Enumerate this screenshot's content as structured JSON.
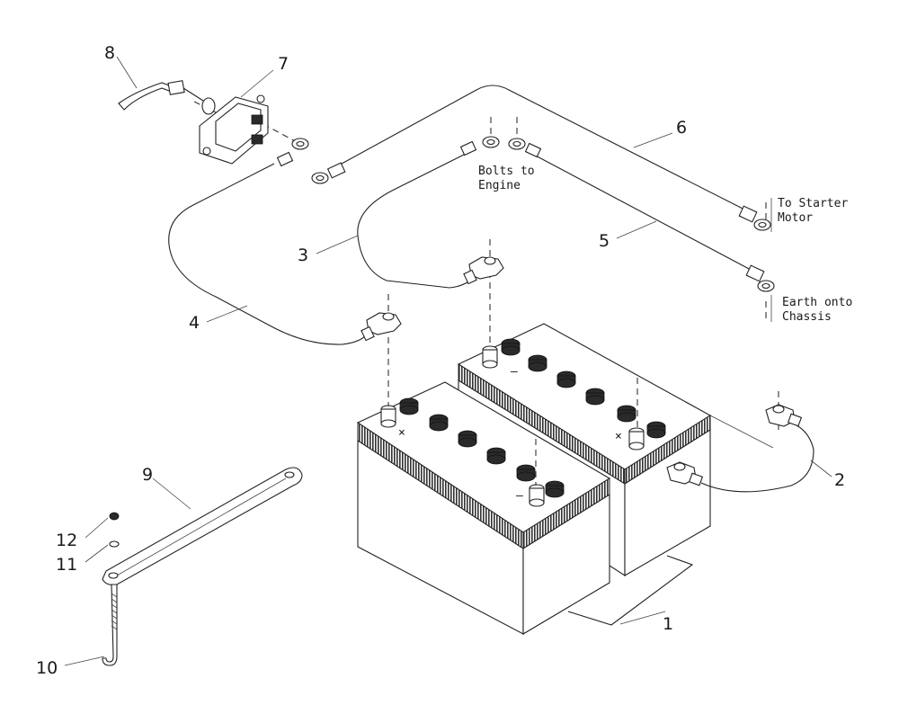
{
  "parts": {
    "p1": "1",
    "p2": "2",
    "p3": "3",
    "p4": "4",
    "p5": "5",
    "p6": "6",
    "p7": "7",
    "p8": "8",
    "p9": "9",
    "p10": "10",
    "p11": "11",
    "p12": "12"
  },
  "notes": {
    "bolts_line1": "Bolts to",
    "bolts_line2": "Engine",
    "starter_line1": "To Starter",
    "starter_line2": "Motor",
    "earth_line1": "Earth onto",
    "earth_line2": "Chassis"
  },
  "terminal_marks": {
    "front_plus": "×",
    "front_minus": "–",
    "rear_plus": "×",
    "rear_minus": "–"
  }
}
